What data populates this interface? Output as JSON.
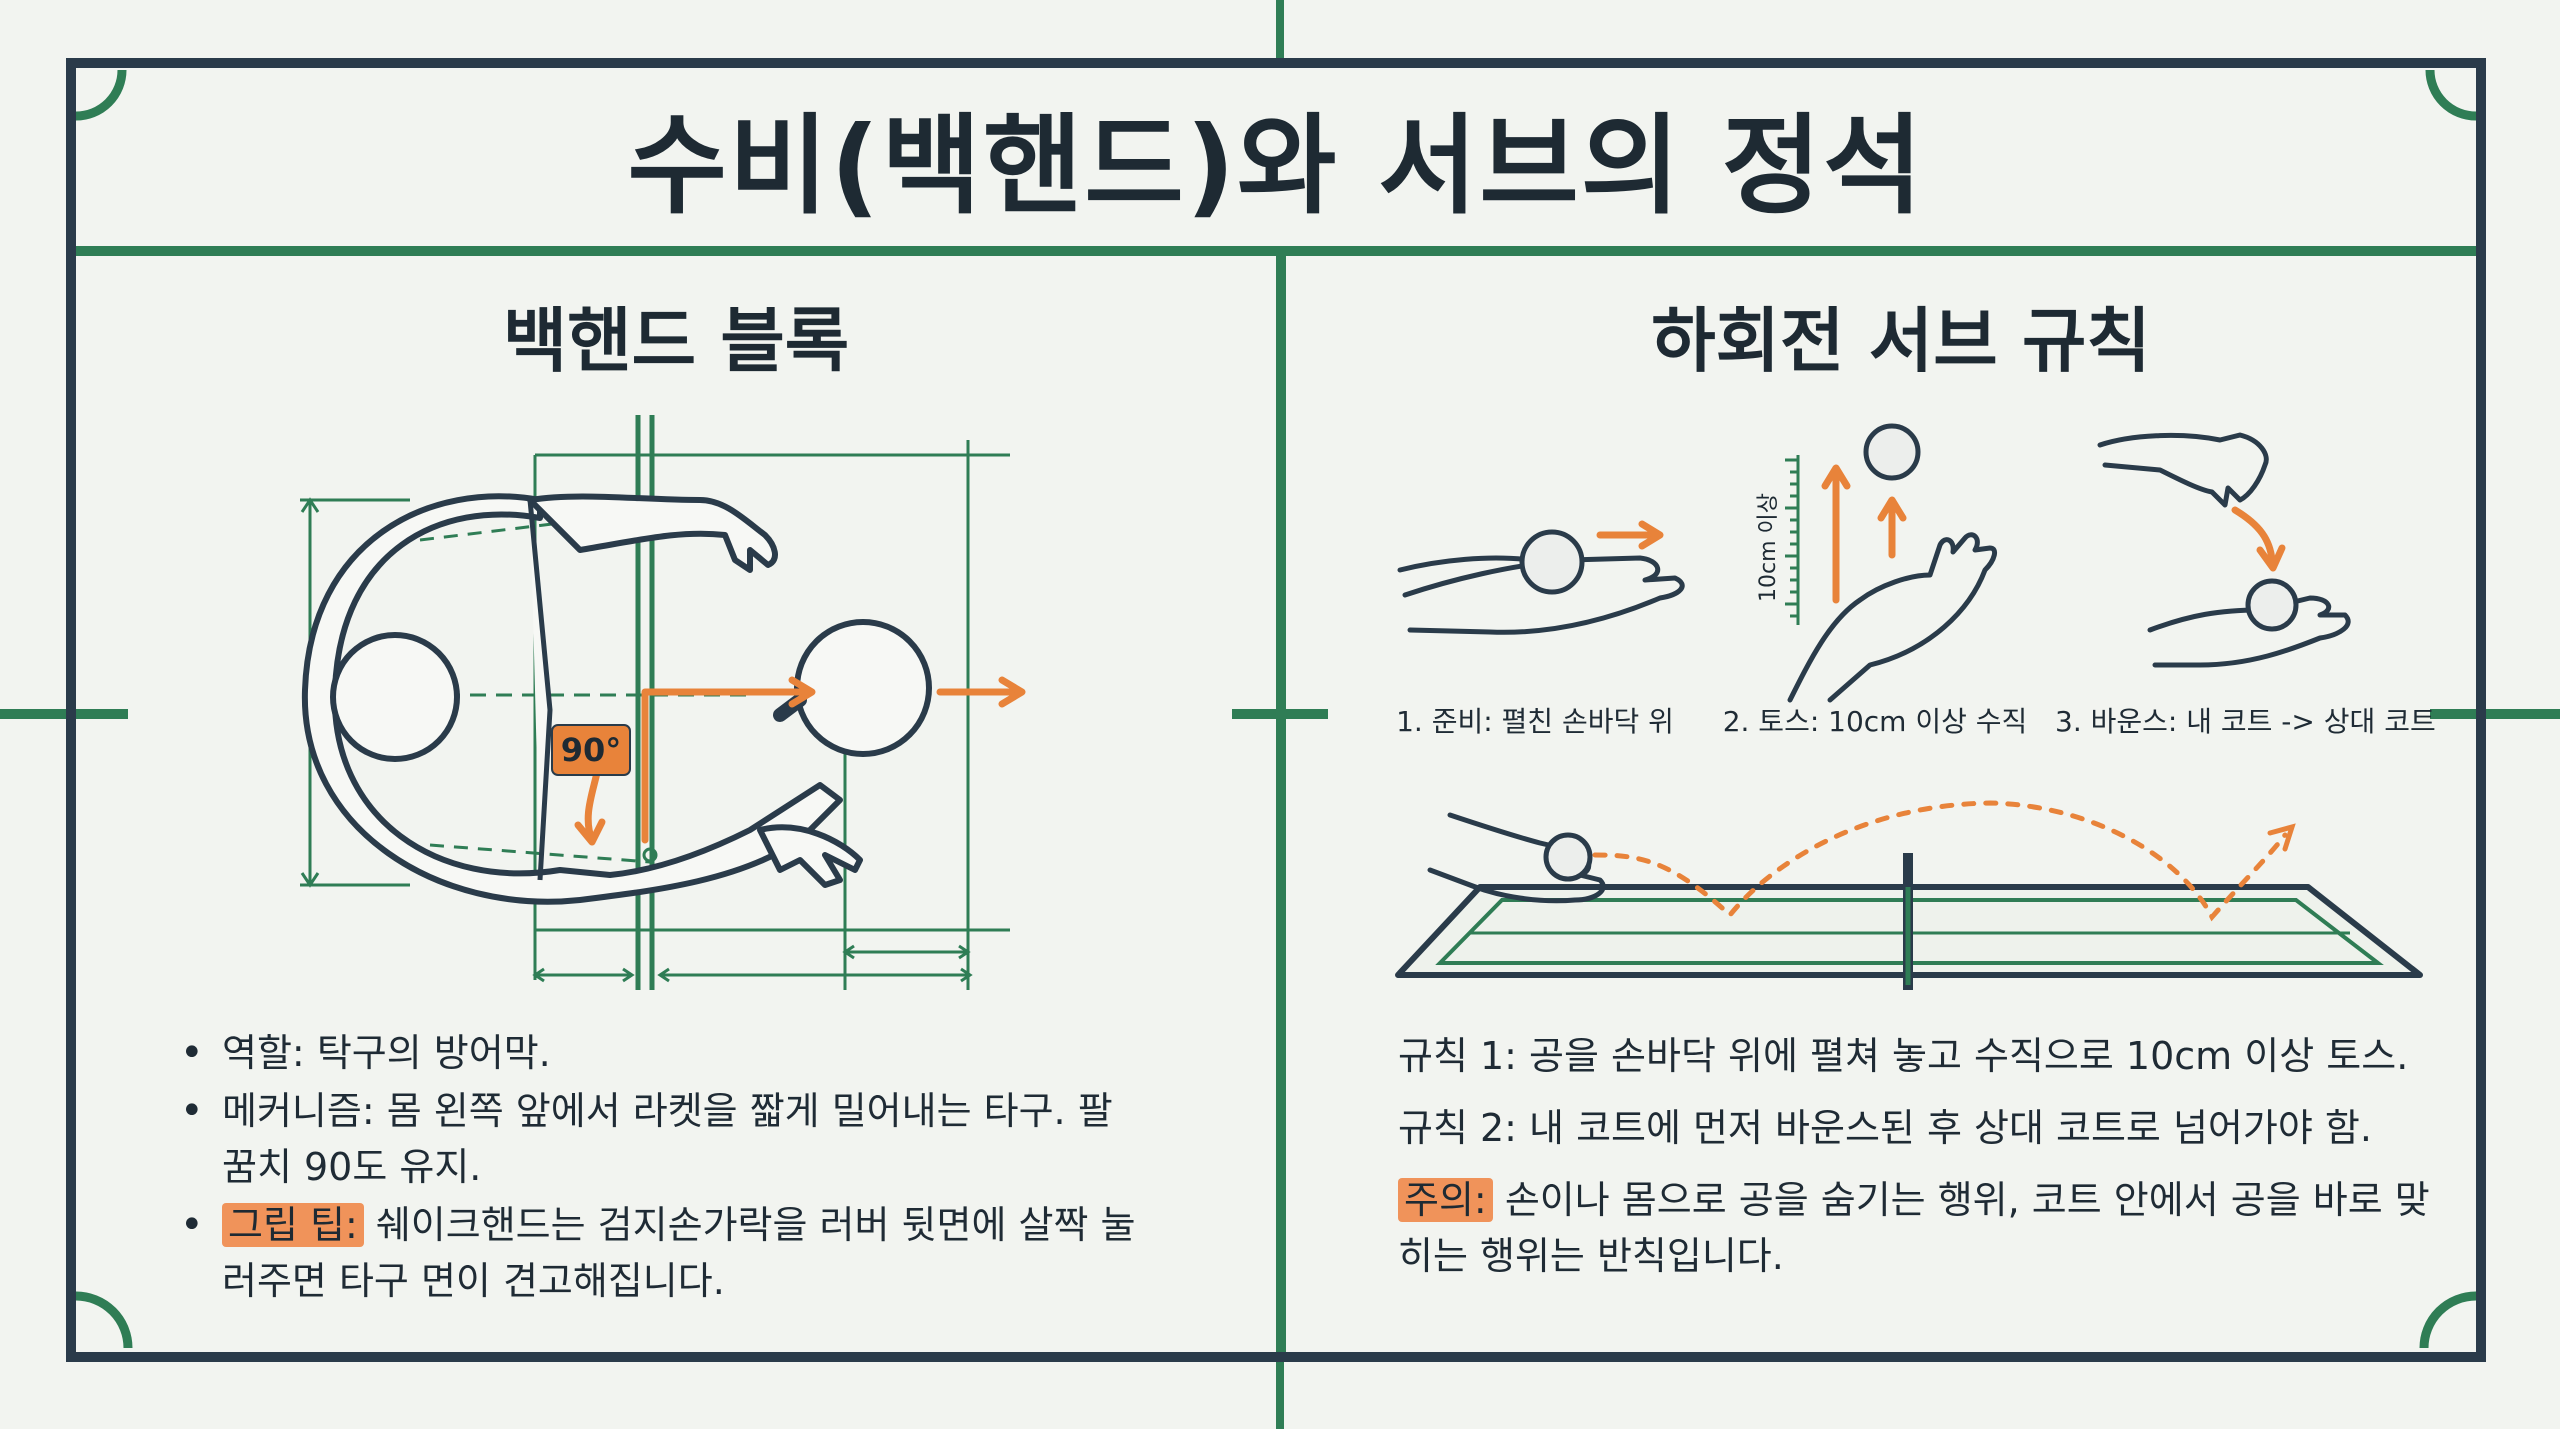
{
  "title": "수비(백핸드)와 서브의 정석",
  "left": {
    "heading": "백핸드 블록",
    "diagram": {
      "angle_label": "90°"
    },
    "bullets": [
      {
        "label": "역할:",
        "text": " 탁구의 방어막."
      },
      {
        "label": "메커니즘:",
        "text": " 몸 왼쪽 앞에서 라켓을 짧게 밀어내는 타구. 팔꿈치 90도 유지."
      },
      {
        "label": "그립 팁:",
        "text": " 쉐이크핸드는 검지손가락을 러버 뒷면에 살짝 눌러주면 타구 면이 견고해집니다."
      }
    ]
  },
  "right": {
    "heading": "하회전 서브 규칙",
    "steps": [
      {
        "caption": "1. 준비: 펼친 손바닥 위"
      },
      {
        "caption": "2. 토스: 10cm 이상 수직"
      },
      {
        "caption": "3. 바운스: 내 코트 -> 상대 코트"
      }
    ],
    "ruler_label": "10cm 이상",
    "rules": [
      "규칙 1: 공을 손바닥 위에 펼쳐 놓고 수직으로 10cm 이상 토스.",
      "규칙 2: 내 코트에 먼저 바운스된 후 상대 코트로 넘어가야 함."
    ],
    "warning": {
      "label": "주의:",
      "text": " 손이나 몸으로 공을 숨기는 행위, 코트 안에서 공을 바로 맞히는 행위는 반칙입니다."
    }
  },
  "colors": {
    "frame": "#2a3b4a",
    "accent_green": "#2f7d55",
    "accent_orange": "#e8833a",
    "highlight": "#f0935a",
    "background": "#f2f4f0"
  }
}
